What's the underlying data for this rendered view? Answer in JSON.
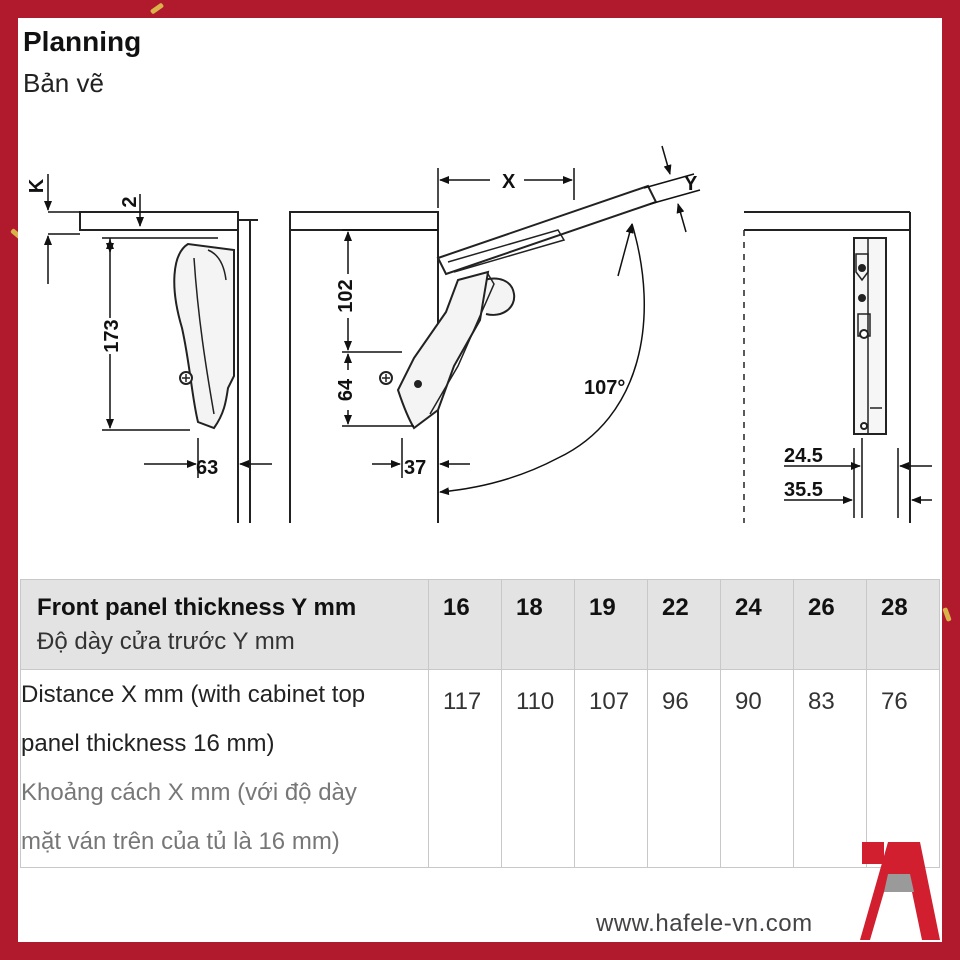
{
  "heading": {
    "title": "Planning",
    "subtitle": "Bản vẽ"
  },
  "diagram": {
    "left_view": {
      "dim_k": "K",
      "dim_2": "2",
      "dim_173": "173",
      "dim_63": "63"
    },
    "middle_view": {
      "dim_x": "X",
      "dim_y": "Y",
      "dim_102": "102",
      "dim_64": "64",
      "dim_37": "37",
      "angle": "107°"
    },
    "right_view": {
      "dim_24_5": "24.5",
      "dim_35_5": "35.5"
    }
  },
  "table": {
    "header_en": "Front panel thickness Y mm",
    "header_vi": "Độ dày cửa trước Y mm",
    "thickness": [
      "16",
      "18",
      "19",
      "22",
      "24",
      "26",
      "28"
    ],
    "row_label_en_1": "Distance X mm (with cabinet top",
    "row_label_en_2": "panel thickness 16 mm)",
    "row_label_vi_1": "Khoảng cách X mm (với độ dày",
    "row_label_vi_2": "mặt ván trên của tủ là 16 mm)",
    "distance": [
      "117",
      "110",
      "107",
      "96",
      "90",
      "83",
      "76"
    ]
  },
  "footer": {
    "website": "www.hafele-vn.com"
  },
  "colors": {
    "background": "#b01a2c",
    "card": "#ffffff",
    "header_row": "#e3e3e3",
    "logo_red": "#d21f30",
    "logo_grey": "#9a9a9a"
  }
}
